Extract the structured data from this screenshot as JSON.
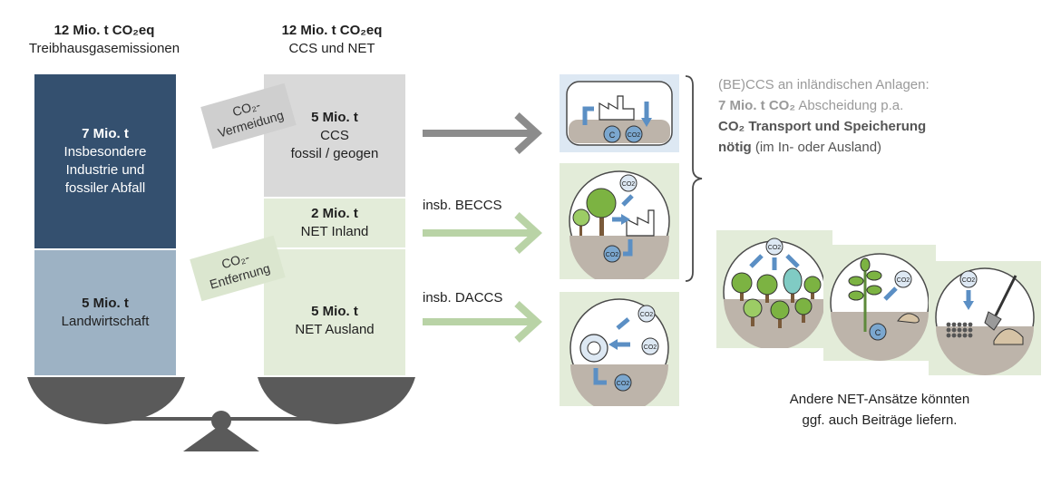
{
  "left_column": {
    "header_value": "12 Mio. t CO₂eq",
    "header_label": "Treibhausgasemissionen",
    "blocks": [
      {
        "value": "7 Mio. t",
        "desc": "Insbesondere Industrie und fossiler Abfall",
        "color": "#34506f"
      },
      {
        "value": "5 Mio. t",
        "desc": "Landwirtschaft",
        "color": "#9db2c4"
      }
    ]
  },
  "right_column": {
    "header_value": "12 Mio. t CO₂eq",
    "header_label": "CCS und NET",
    "blocks": [
      {
        "value": "5 Mio. t",
        "line1": "CCS",
        "line2": "fossil / geogen",
        "color": "#d9d9d9"
      },
      {
        "value": "2 Mio. t",
        "line1": "NET Inland",
        "color": "#e3ecd9"
      },
      {
        "value": "5 Mio. t",
        "line1": "NET Ausland",
        "color": "#e3ecd9"
      }
    ]
  },
  "tags": {
    "avoidance_line1": "CO₂-",
    "avoidance_line2": "Vermeidung",
    "removal_line1": "CO₂-",
    "removal_line2": "Entfernung"
  },
  "arrows": {
    "beccs_label": "insb. BECCS",
    "daccs_label": "insb. DACCS"
  },
  "ccs_note": {
    "line1": "(BE)CCS an inländischen Anlagen:",
    "line2_bold": "7 Mio. t CO₂",
    "line2_rest": " Abscheidung p.a.",
    "line3_bold": "CO₂ Transport und Speicherung",
    "line4_bold": "nötig",
    "line4_rest": " (im In- oder Ausland)"
  },
  "other_net": {
    "line1": "Andere NET-Ansätze könnten",
    "line2": "ggf. auch Beiträge liefern."
  },
  "icon_labels": {
    "co2": "CO2",
    "carbon": "C"
  },
  "colors": {
    "dark_blue": "#34506f",
    "light_blue": "#9db2c4",
    "grey_block": "#d9d9d9",
    "light_green": "#e3ecd9",
    "scale_grey": "#5a5a5a",
    "arrow_grey": "#8c8c8c",
    "arrow_green": "#b9d3a6",
    "icon_blue": "#7ba7cf",
    "tree_green": "#7cb342"
  }
}
